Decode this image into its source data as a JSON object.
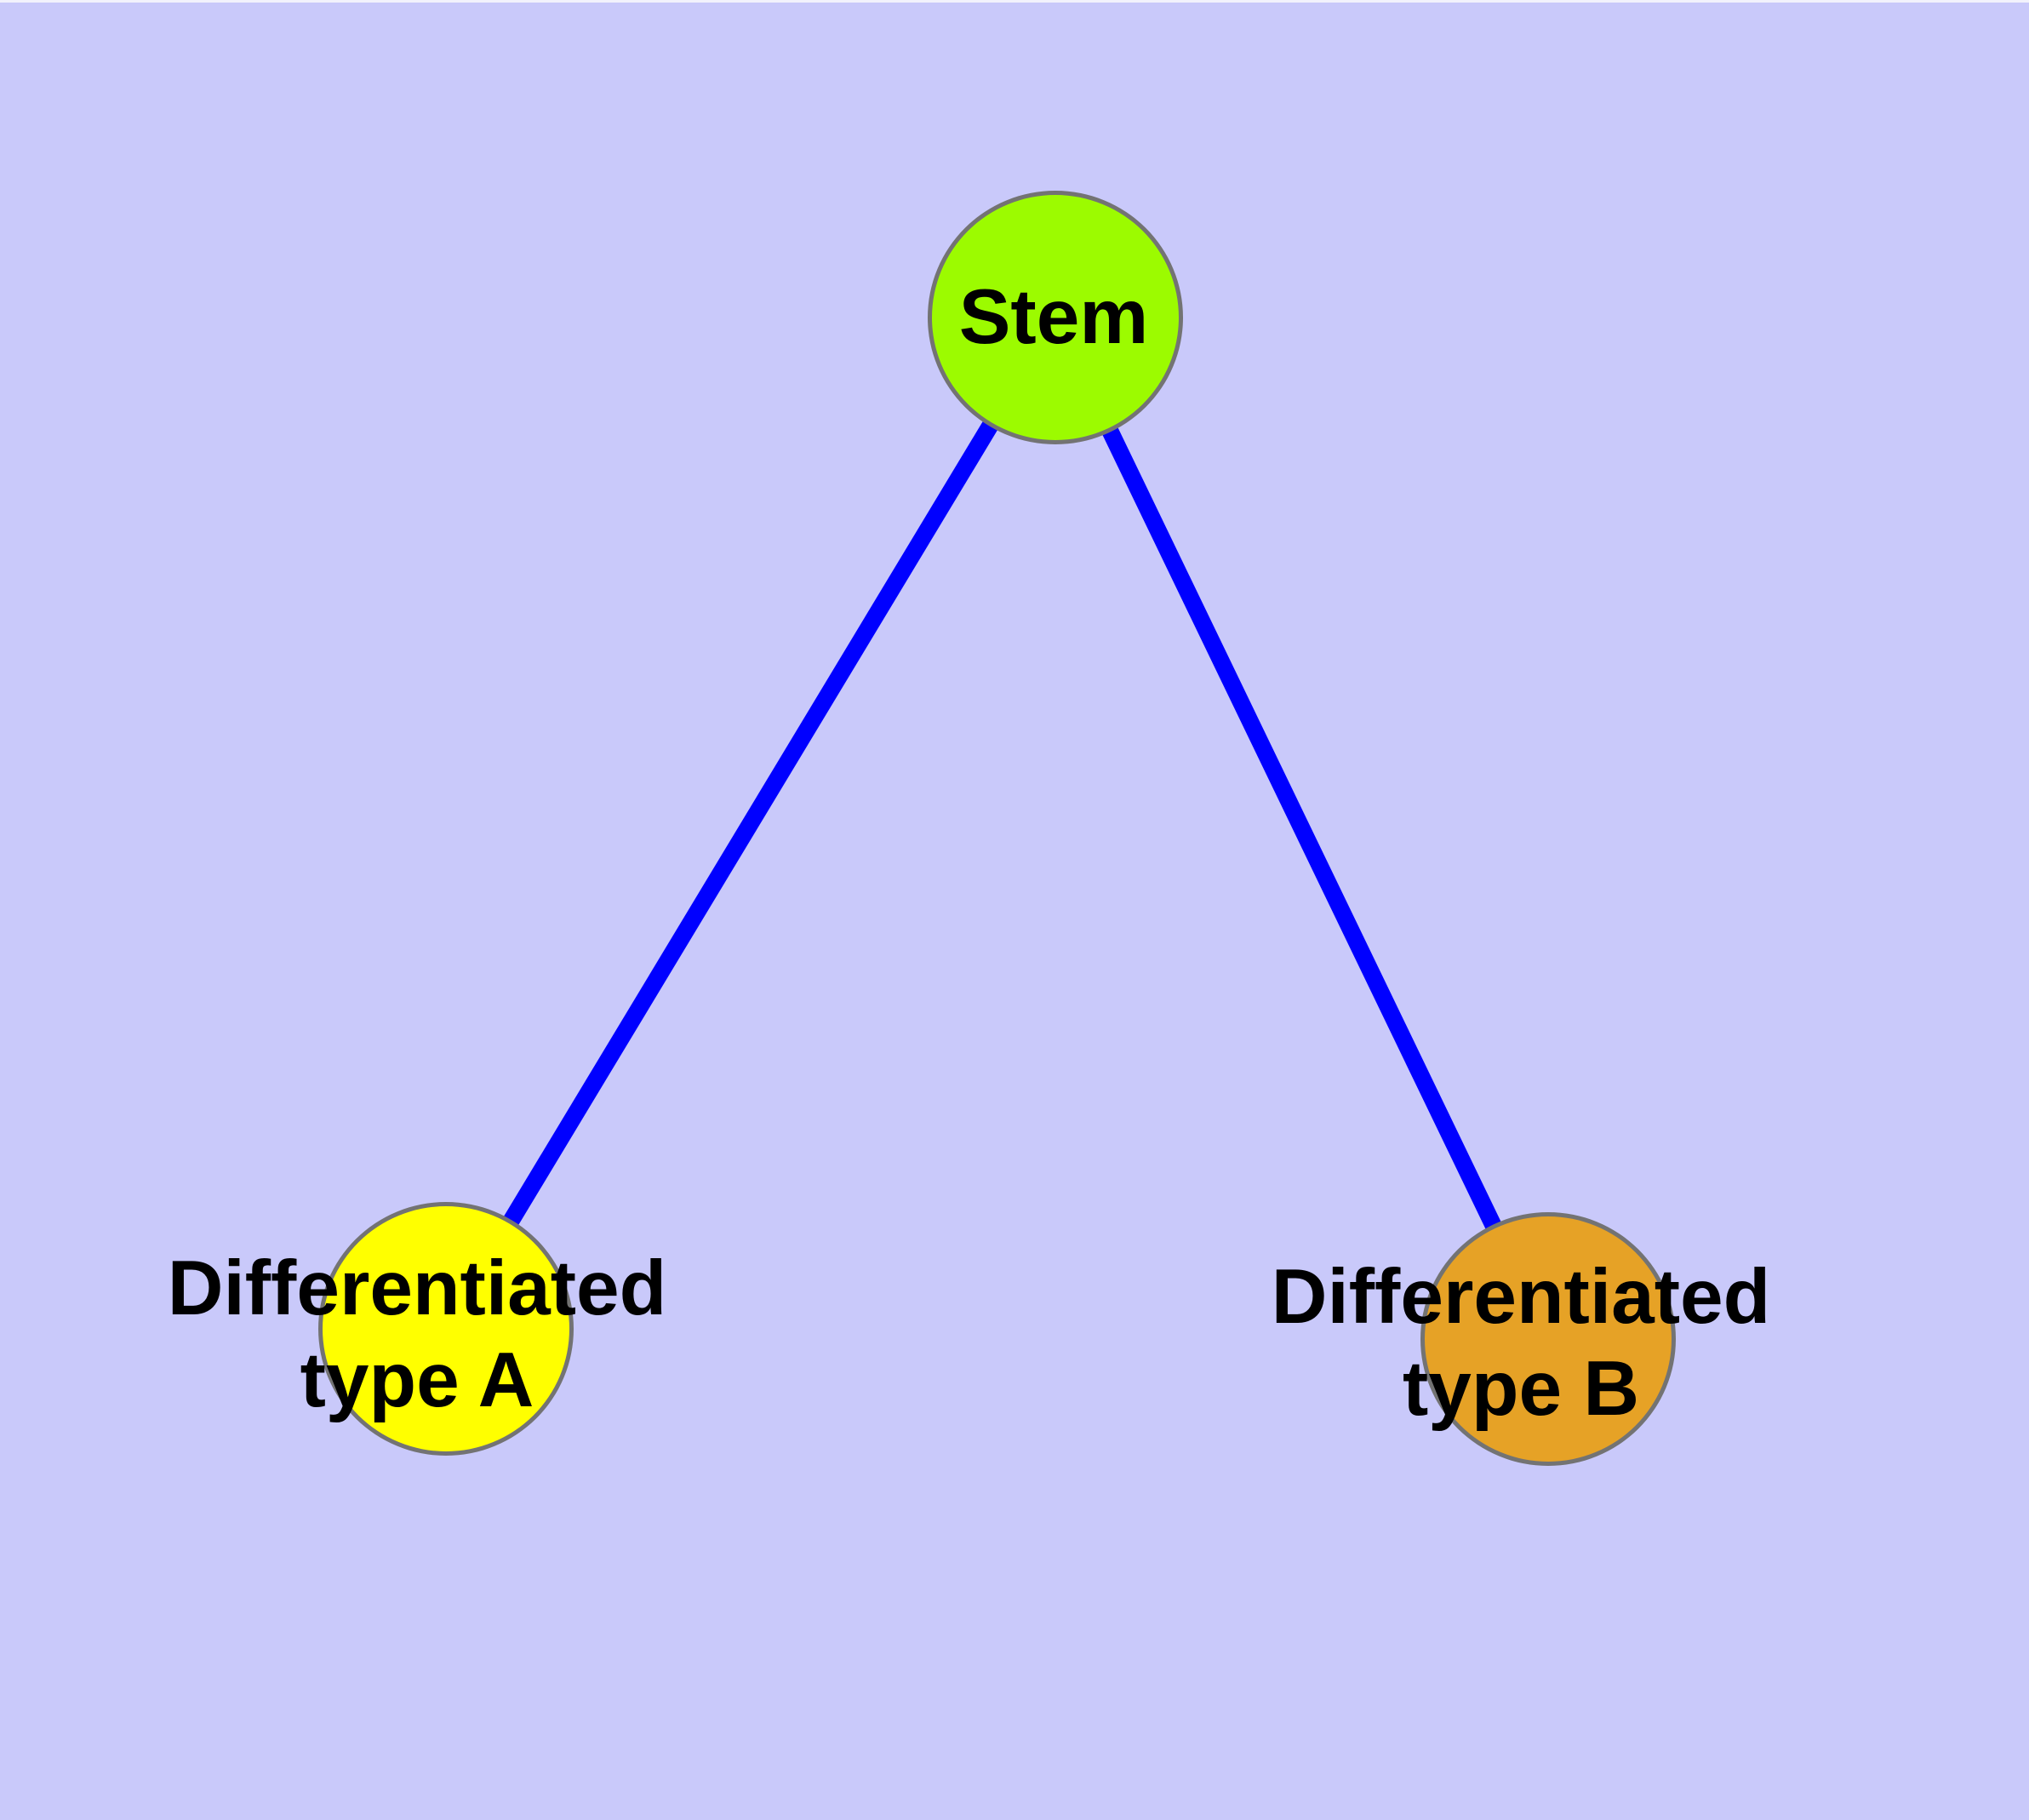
{
  "window": {
    "background": "#C9C9FA",
    "top_edge_color": "#F2F2FC"
  },
  "diagram": {
    "type": "graph",
    "edge_color": "#0000FF",
    "node_border_color": "#737373",
    "text_color": "#000000",
    "nodes": [
      {
        "id": "stem",
        "lines": [
          "Stem"
        ],
        "label": "Stem",
        "fill": "#9CFB00"
      },
      {
        "id": "differentiated-type-a",
        "lines": [
          "Differentiated",
          "type A"
        ],
        "label": "Differentiated type A",
        "fill": "#FFFF00"
      },
      {
        "id": "differentiated-type-b",
        "lines": [
          "Differentiated",
          "type B"
        ],
        "label": "Differentiated type B",
        "fill": "#E6A226"
      }
    ],
    "edges": [
      {
        "from": "stem",
        "to": "differentiated-type-a"
      },
      {
        "from": "stem",
        "to": "differentiated-type-b"
      }
    ]
  }
}
